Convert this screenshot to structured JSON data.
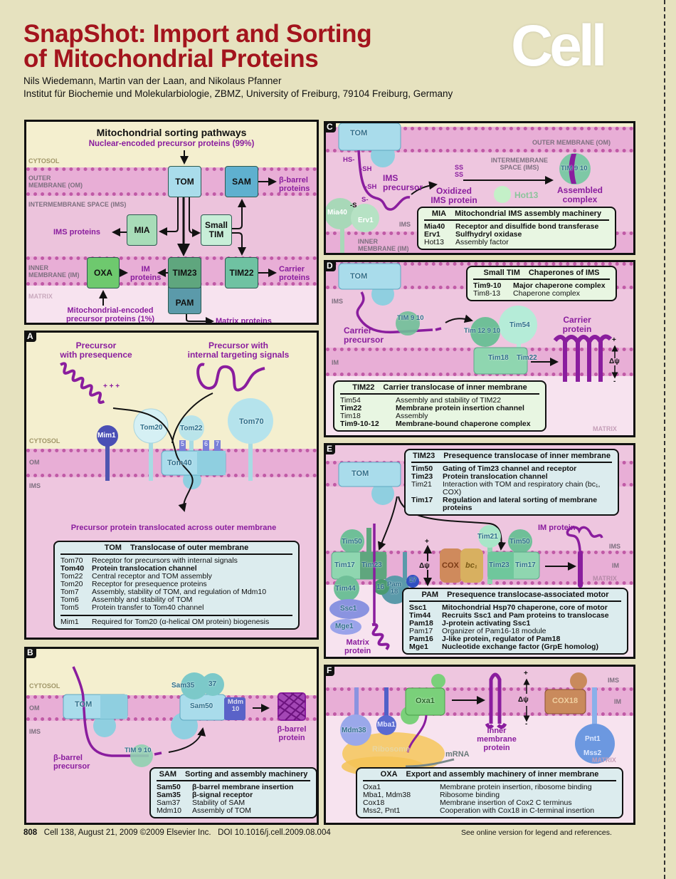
{
  "header": {
    "title_line1": "SnapShot: Import and Sorting",
    "title_line2": "of Mitochondrial Proteins",
    "authors": "Nils Wiedemann, Martin van der Laan, and Nikolaus Pfanner",
    "affiliation": "Institut für Biochemie und Molekularbiologie, ZBMZ, University of Freiburg, 79104 Freiburg, Germany",
    "logo": "Cell"
  },
  "colors": {
    "title_red": "#a3141d",
    "precursor_purple": "#8a1d9e",
    "tom": "#a9dceb",
    "sam": "#5fb0cf",
    "mia": "#a8dcb8",
    "small_tim": "#c8eed8",
    "oxa": "#6ec96e",
    "tim23": "#5fa67e",
    "tim22": "#6fc2a2",
    "pam": "#5b9aaa"
  },
  "overview": {
    "title": "Mitochondrial sorting pathways",
    "subtitle": "Nuclear-encoded precursor proteins (99%)",
    "cytosol": "CYTOSOL",
    "om": "OUTER\nMEMBRANE (OM)",
    "ims": "INTERMEMBRANE SPACE (IMS)",
    "im": "INNER\nMEMBRANE (IM)",
    "matrix": "MATRIX",
    "boxes": {
      "tom": "TOM",
      "sam": "SAM",
      "mia": "MIA",
      "small_tim": "Small\nTIM",
      "oxa": "OXA",
      "tim23": "TIM23",
      "pam": "PAM",
      "tim22": "TIM22"
    },
    "outputs": {
      "beta_barrel": "β-barrel\nproteins",
      "ims_proteins": "IMS proteins",
      "im_proteins": "IM\nproteins",
      "carrier": "Carrier\nproteins",
      "matrix_proteins": "Matrix proteins",
      "mito_encoded": "Mitochondrial-encoded\nprecursor proteins (1%)"
    }
  },
  "panel_a": {
    "label": "A",
    "precursor_presequence": "Precursor\nwith presequence",
    "precursor_internal": "Precursor with\ninternal targeting signals",
    "cytosol": "CYTOSOL",
    "om": "OM",
    "ims": "IMS",
    "mim1": "Mim1",
    "tom20": "Tom20",
    "tom22": "Tom22",
    "tom70": "Tom70",
    "tom40": "Tom40",
    "tom5": "5",
    "tom6": "6",
    "tom7": "7",
    "translocated": "Precursor protein translocated across outer membrane",
    "table": {
      "abbr": "TOM",
      "title": "Translocase of outer membrane",
      "rows": [
        {
          "name": "Tom70",
          "desc": "Receptor for precursors with internal signals",
          "bold": false
        },
        {
          "name": "Tom40",
          "desc": "Protein translocation channel",
          "bold": true
        },
        {
          "name": "Tom22",
          "desc": "Central receptor and TOM assembly",
          "bold": false
        },
        {
          "name": "Tom20",
          "desc": "Receptor for presequence proteins",
          "bold": false
        },
        {
          "name": "Tom7",
          "desc": "Assembly, stability of TOM, and regulation of Mdm10",
          "bold": false
        },
        {
          "name": "Tom6",
          "desc": "Assembly and stability of TOM",
          "bold": false
        },
        {
          "name": "Tom5",
          "desc": "Protein transfer to Tom40 channel",
          "bold": false
        }
      ],
      "footer_rows": [
        {
          "name": "Mim1",
          "desc": "Required for Tom20 (α-helical OM protein) biogenesis",
          "bold": false
        }
      ]
    }
  },
  "panel_b": {
    "label": "B",
    "cytosol": "CYTOSOL",
    "om": "OM",
    "ims": "IMS",
    "tom": "TOM",
    "sam35": "Sam35",
    "sam37": "37",
    "sam50": "Sam50",
    "mdm10": "Mdm\n10",
    "beta_barrel_protein": "β-barrel\nprotein",
    "tim910": "TIM 9 10",
    "beta_barrel_precursor": "β-barrel\nprecursor",
    "table": {
      "abbr": "SAM",
      "title": "Sorting and assembly machinery",
      "rows": [
        {
          "name": "Sam50",
          "desc": "β-barrel membrane insertion",
          "bold": true
        },
        {
          "name": "Sam35",
          "desc": "β-signal receptor",
          "bold": true
        },
        {
          "name": "Sam37",
          "desc": "Stability of SAM",
          "bold": false
        },
        {
          "name": "Mdm10",
          "desc": "Assembly of TOM",
          "bold": false
        }
      ]
    }
  },
  "panel_c": {
    "label": "C",
    "tom": "TOM",
    "om": "OUTER MEMBRANE (OM)",
    "hs": "HS-",
    "sh1": "-SH",
    "sh2": "-SH",
    "s1": "-S",
    "s2": "S-",
    "ims_precursor": "IMS\nprecursor",
    "ims_space": "INTERMEMBRANE\nSPACE (IMS)",
    "ss": "SS\nSS",
    "oxidized": "Oxidized\nIMS protein",
    "hot13": "Hot13",
    "tim910": "TIM 9 10",
    "assembled": "Assembled\ncomplex",
    "mia40": "Mia40",
    "erv1": "Erv1",
    "ims": "IMS",
    "im": "INNER\nMEMBRANE (IM)",
    "table": {
      "abbr": "MIA",
      "title": "Mitochondrial IMS assembly machinery",
      "rows": [
        {
          "name": "Mia40",
          "desc": "Receptor and disulfide bond transferase",
          "bold": true
        },
        {
          "name": "Erv1",
          "desc": "Sulfhydryl oxidase",
          "bold": true
        },
        {
          "name": "Hot13",
          "desc": "Assembly factor",
          "bold": false
        }
      ]
    }
  },
  "panel_d": {
    "label": "D",
    "tom": "TOM",
    "ims": "IMS",
    "im": "IM",
    "matrix": "MATRIX",
    "tim910": "TIM 9 10",
    "carrier_precursor": "Carrier\nprecursor",
    "tim12910": "Tim 12 9 10",
    "tim54": "Tim54",
    "tim18": "Tim18",
    "tim22": "Tim22",
    "carrier_protein": "Carrier\nprotein",
    "plus": "+",
    "minus": "-",
    "delta_psi": "Δψ",
    "small_tim_table": {
      "abbr": "Small TIM",
      "title": "Chaperones of IMS",
      "rows": [
        {
          "name": "Tim9-10",
          "desc": "Major chaperone complex",
          "bold": true
        },
        {
          "name": "Tim8-13",
          "desc": "Chaperone complex",
          "bold": false
        }
      ]
    },
    "table": {
      "abbr": "TIM22",
      "title": "Carrier translocase of inner membrane",
      "rows": [
        {
          "name": "Tim54",
          "desc": "Assembly and stability of TIM22",
          "bold": false
        },
        {
          "name": "Tim22",
          "desc": "Membrane protein insertion channel",
          "bold": true
        },
        {
          "name": "Tim18",
          "desc": "Assembly",
          "bold": false
        },
        {
          "name": "Tim9-10-12",
          "desc": "Membrane-bound chaperone complex",
          "bold": true
        }
      ]
    }
  },
  "panel_e": {
    "label": "E",
    "tom": "TOM",
    "tim50_left": "Tim50",
    "tim17_left": "Tim17",
    "tim23_left": "Tim23",
    "tim44": "Tim44",
    "pam16": "16",
    "pam18": "Pam\n18",
    "pam17": "17",
    "ssc1": "Ssc1",
    "mge1": "Mge1",
    "matrix_protein": "Matrix\nprotein",
    "delta_psi": "Δψ",
    "plus": "+",
    "minus": "-",
    "cox": "COX",
    "bc1": "bc₁",
    "tim21": "Tim21",
    "tim50_right": "Tim50",
    "tim23_right": "Tim23",
    "tim17_right": "Tim17",
    "im_protein": "IM protein",
    "ims": "IMS",
    "im": "IM",
    "matrix": "MATRIX",
    "tim23_table": {
      "abbr": "TIM23",
      "title": "Presequence translocase of inner membrane",
      "rows": [
        {
          "name": "Tim50",
          "desc": "Gating of Tim23 channel and receptor",
          "bold": true
        },
        {
          "name": "Tim23",
          "desc": "Protein translocation channel",
          "bold": true
        },
        {
          "name": "Tim21",
          "desc": "Interaction with TOM and respiratory chain (bc₁, COX)",
          "bold": false
        },
        {
          "name": "Tim17",
          "desc": "Regulation and lateral sorting of membrane proteins",
          "bold": true
        }
      ]
    },
    "pam_table": {
      "abbr": "PAM",
      "title": "Presequence translocase-associated motor",
      "rows": [
        {
          "name": "Ssc1",
          "desc": "Mitochondrial Hsp70 chaperone, core of motor",
          "bold": true
        },
        {
          "name": "Tim44",
          "desc": "Recruits Ssc1 and Pam proteins to translocase",
          "bold": true
        },
        {
          "name": "Pam18",
          "desc": "J-protein activating Ssc1",
          "bold": true
        },
        {
          "name": "Pam17",
          "desc": "Organizer of Pam16-18 module",
          "bold": false
        },
        {
          "name": "Pam16",
          "desc": "J-like protein, regulator of Pam18",
          "bold": true
        },
        {
          "name": "Mge1",
          "desc": "Nucleotide exchange factor (GrpE homolog)",
          "bold": true
        }
      ]
    }
  },
  "panel_f": {
    "label": "F",
    "ims": "IMS",
    "im": "IM",
    "matrix": "MATRIX",
    "mdm38": "Mdm38",
    "mba1": "Mba1",
    "oxa1": "Oxa1",
    "ribosome": "Ribosome",
    "mrna": "mRNA",
    "inner_membrane_protein": "Inner\nmembrane\nprotein",
    "delta_psi": "Δψ",
    "plus": "+",
    "minus": "-",
    "cox18": "COX18",
    "pnt1": "Pnt1",
    "mss2": "Mss2",
    "table": {
      "abbr": "OXA",
      "title": "Export and assembly machinery of inner membrane",
      "rows": [
        {
          "name": "Oxa1",
          "desc": "Membrane protein insertion, ribosome binding",
          "bold": false
        },
        {
          "name": "Mba1, Mdm38",
          "desc": "Ribosome binding",
          "bold": false
        },
        {
          "name": "Cox18",
          "desc": "Membrane insertion of Cox2 C terminus",
          "bold": false
        },
        {
          "name": "Mss2, Pnt1",
          "desc": "Cooperation with Cox18 in C-terminal insertion",
          "bold": false
        }
      ]
    }
  },
  "footer": {
    "page": "808",
    "citation": "Cell 138, August 21, 2009 ©2009 Elsevier Inc.",
    "doi": "DOI 10.1016/j.cell.2009.08.004",
    "note": "See online version for legend and references."
  }
}
